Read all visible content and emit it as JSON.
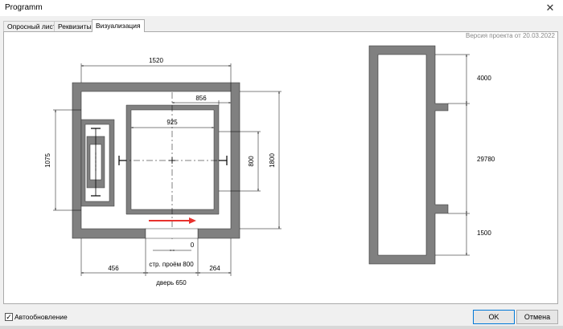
{
  "window": {
    "title": "Programm",
    "close_label": "✕"
  },
  "tabs": [
    {
      "label": "Опросный лист"
    },
    {
      "label": "Реквизиты"
    },
    {
      "label": "Визуализация"
    }
  ],
  "version_text": "Версия проекта от 20.03.2022",
  "plan": {
    "dim_top": "1520",
    "dim_cabin_offset": "856",
    "dim_cabin_width": "925",
    "dim_left_height": "1075",
    "dim_cabin_depth": "800",
    "dim_shaft_depth": "1800",
    "dim_zero": "0",
    "dim_left_offset": "456",
    "dim_opening": "стр. проём 800",
    "dim_right_offset": "264",
    "dim_door": "дверь 650"
  },
  "section": {
    "dim_top": "4000",
    "dim_middle": "29780",
    "dim_bottom": "1500"
  },
  "footer": {
    "autoupdate_label": "Автообновление",
    "autoupdate_checked": "✓",
    "ok_label": "OK",
    "cancel_label": "Отмена"
  },
  "colors": {
    "wall": "#808080",
    "arrow": "#e8312d",
    "accent": "#0078d7"
  }
}
